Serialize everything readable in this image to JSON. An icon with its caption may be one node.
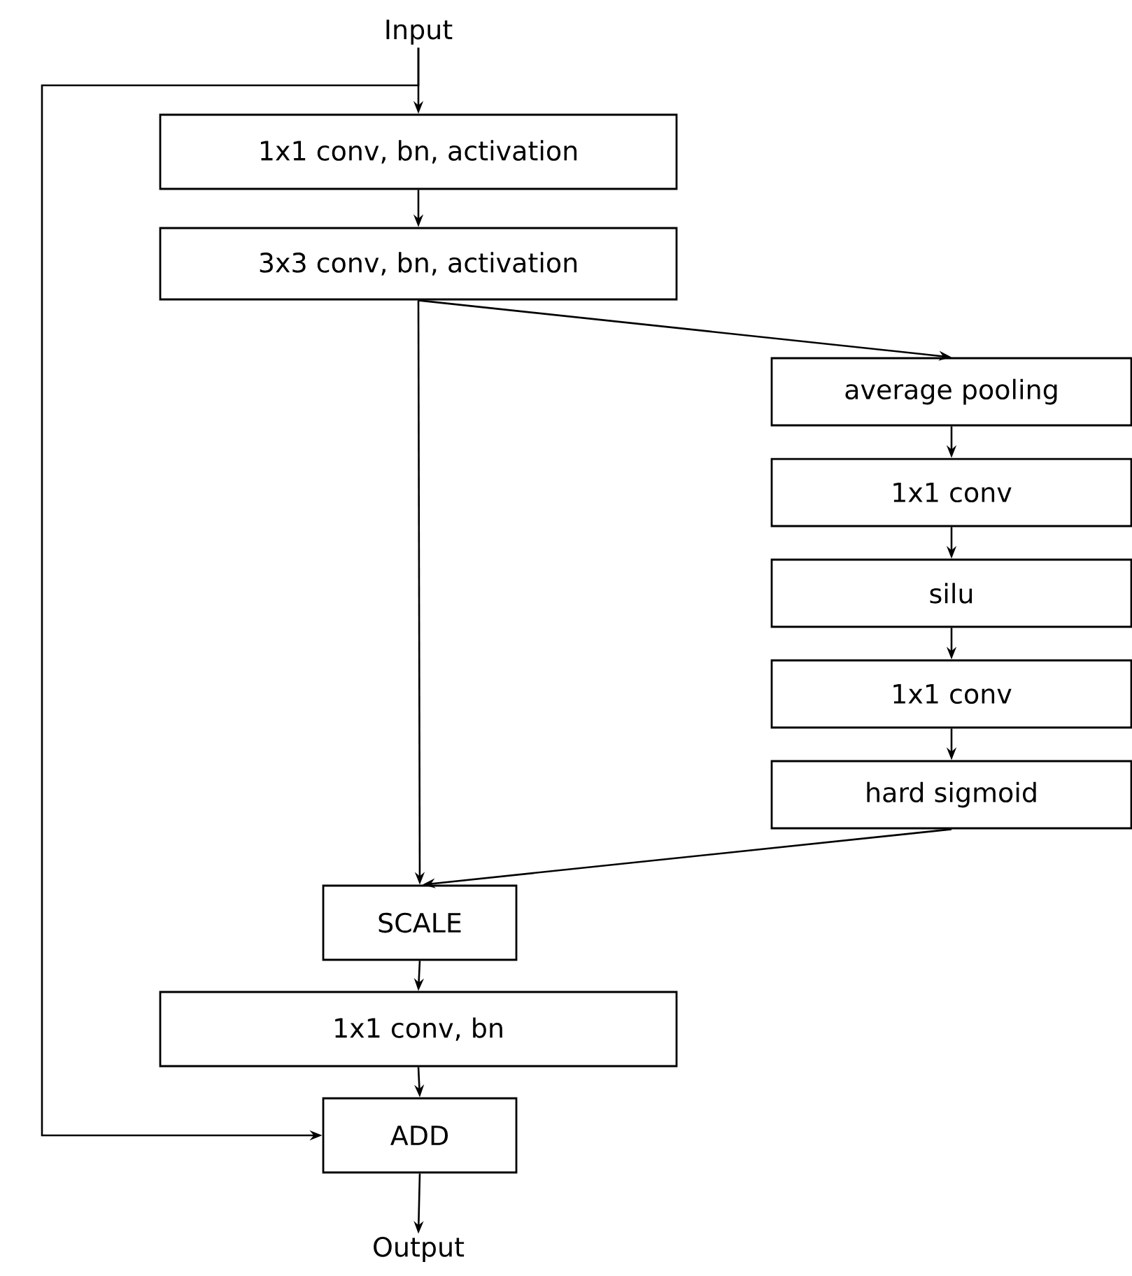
{
  "diagram": {
    "nodes": [
      {
        "text": [
          "Input"
        ]
      },
      {
        "text": [
          "1x1 conv, bn, activation"
        ]
      },
      {
        "text": [
          "3x3 conv, bn, activation"
        ]
      },
      {
        "text": [
          "average pooling"
        ]
      },
      {
        "text": [
          "1x1 conv"
        ]
      },
      {
        "text": [
          "silu"
        ]
      },
      {
        "text": [
          "1x1 conv"
        ]
      },
      {
        "text": [
          "hard sigmoid"
        ]
      },
      {
        "text": [
          "SCALE"
        ]
      },
      {
        "text": [
          "1x1 conv, bn"
        ]
      },
      {
        "text": [
          "ADD"
        ]
      },
      {
        "text": [
          "Output"
        ]
      }
    ],
    "edges": [
      {
        "from": 0,
        "to": 1,
        "arrow": "to"
      },
      {
        "from": 0,
        "to": 10,
        "arrow": "to"
      },
      {
        "from": 1,
        "to": 2,
        "arrow": "to"
      },
      {
        "from": 2,
        "to": 8,
        "arrow": "to"
      },
      {
        "from": 2,
        "to": 3,
        "arrow": "to"
      },
      {
        "from": 3,
        "to": 4,
        "arrow": "to"
      },
      {
        "from": 4,
        "to": 5,
        "arrow": "to"
      },
      {
        "from": 5,
        "to": 6,
        "arrow": "to"
      },
      {
        "from": 6,
        "to": 7,
        "arrow": "to"
      },
      {
        "from": 7,
        "to": 8,
        "arrow": "to"
      },
      {
        "from": 8,
        "to": 9,
        "arrow": "to"
      },
      {
        "from": 9,
        "to": 10,
        "arrow": "to"
      },
      {
        "from": 10,
        "to": 11,
        "arrow": "to"
      }
    ]
  }
}
